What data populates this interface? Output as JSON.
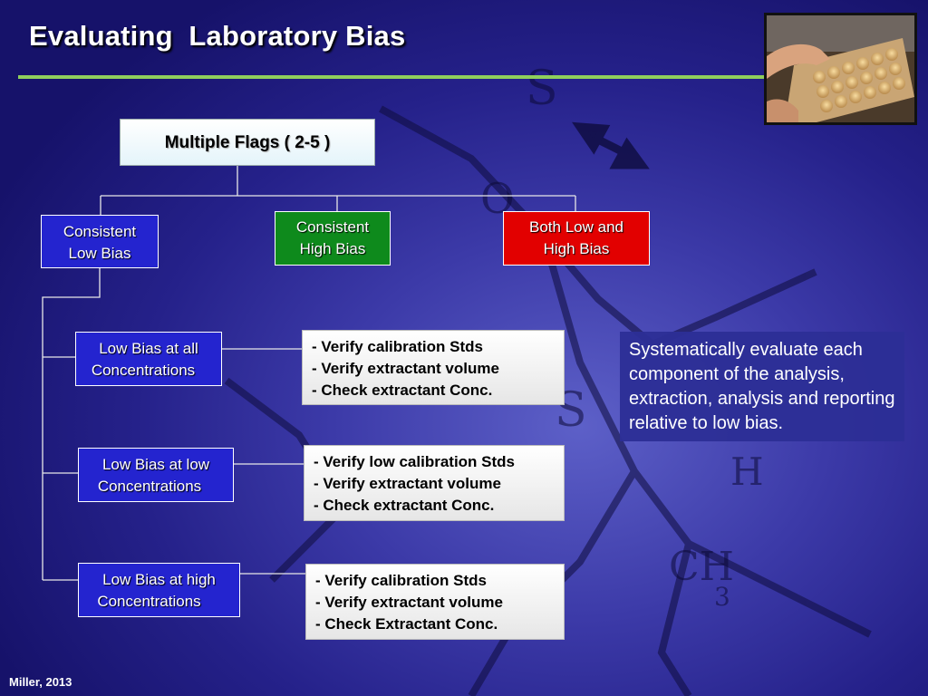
{
  "slide": {
    "title": "Evaluating  Laboratory Bias",
    "footer": "Miller, 2013"
  },
  "background": {
    "letters": [
      "S",
      "O",
      "S",
      "H",
      "CH",
      "3"
    ]
  },
  "diagram": {
    "root": "Multiple Flags ( 2-5 )",
    "categories": {
      "low": [
        "Consistent",
        "Low Bias"
      ],
      "high": [
        "Consistent",
        "High Bias"
      ],
      "both": [
        "Both Low and",
        "High Bias"
      ]
    },
    "low_bias_cases": [
      {
        "label": [
          "Low Bias at all",
          "Concentrations"
        ],
        "actions": [
          "- Verify calibration Stds",
          "- Verify extractant volume",
          "- Check extractant Conc."
        ]
      },
      {
        "label": [
          "Low Bias at low",
          "Concentrations"
        ],
        "actions": [
          "- Verify low calibration Stds",
          "- Verify extractant volume",
          "- Check extractant Conc."
        ]
      },
      {
        "label": [
          "Low Bias at high",
          "Concentrations"
        ],
        "actions": [
          "- Verify calibration Stds",
          "- Verify extractant volume",
          "- Check Extractant Conc."
        ]
      }
    ],
    "note": "Systematically evaluate each component of the analysis, extraction, analysis and reporting relative to low bias."
  },
  "colors": {
    "title_rule": "#8fcf5c",
    "low_box": "#2424cf",
    "high_box": "#0e8a1c",
    "both_box": "#e20000"
  }
}
